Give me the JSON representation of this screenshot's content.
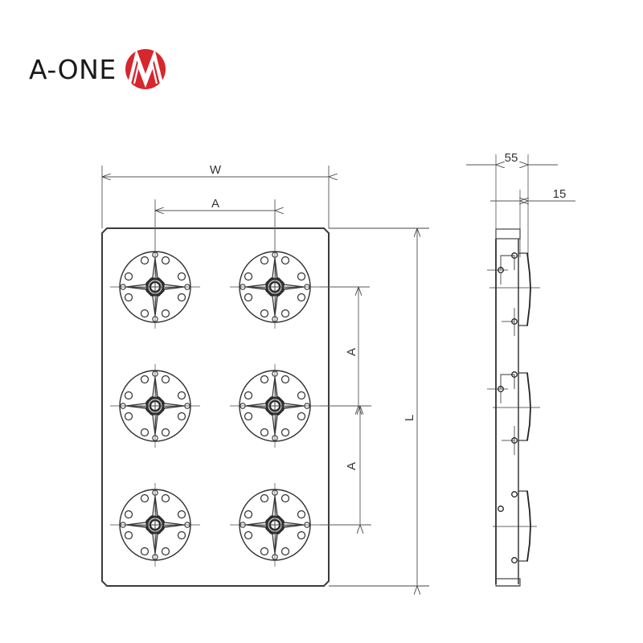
{
  "brand": {
    "name": "A-ONE",
    "logo_color": "#d7262c",
    "logo_icon": "m-circle-logo-icon"
  },
  "drawing": {
    "type": "technical-drawing",
    "front_view": {
      "width_label": "W",
      "length_label": "L",
      "pitch_label": "A",
      "chuck_rows": 3,
      "chuck_cols": 2,
      "chuck_count": 6
    },
    "side_view": {
      "dim_total_thickness": "55",
      "dim_chuck_height": "15"
    },
    "labels": {
      "w": "W",
      "a_top": "A",
      "a_vertical_1": "A",
      "a_vertical_2": "A",
      "l": "L",
      "dim_55": "55",
      "dim_15": "15"
    },
    "colors": {
      "line": "#3a3a3a",
      "dim_line": "#555555",
      "background": "#ffffff"
    }
  }
}
